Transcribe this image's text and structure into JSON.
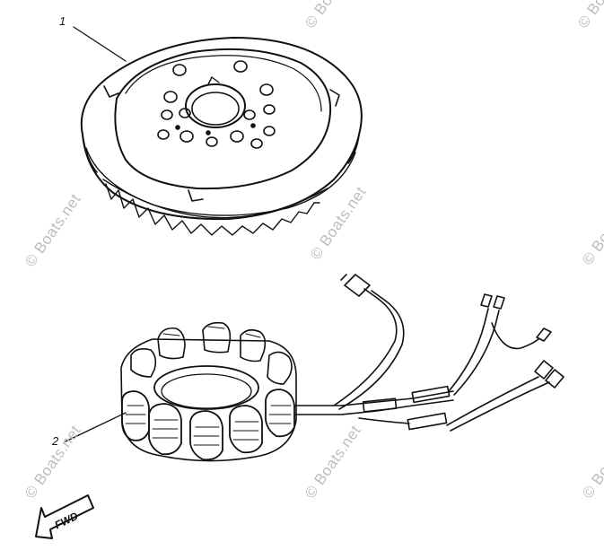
{
  "callouts": {
    "flywheel": "1",
    "stator": "2"
  },
  "direction_label": "FWD",
  "watermark": "© Boats.net",
  "icons": {
    "direction": "fwd-arrow-icon"
  },
  "colors": {
    "line": "#111111",
    "watermark": "#bdbdbd",
    "background": "#ffffff"
  }
}
